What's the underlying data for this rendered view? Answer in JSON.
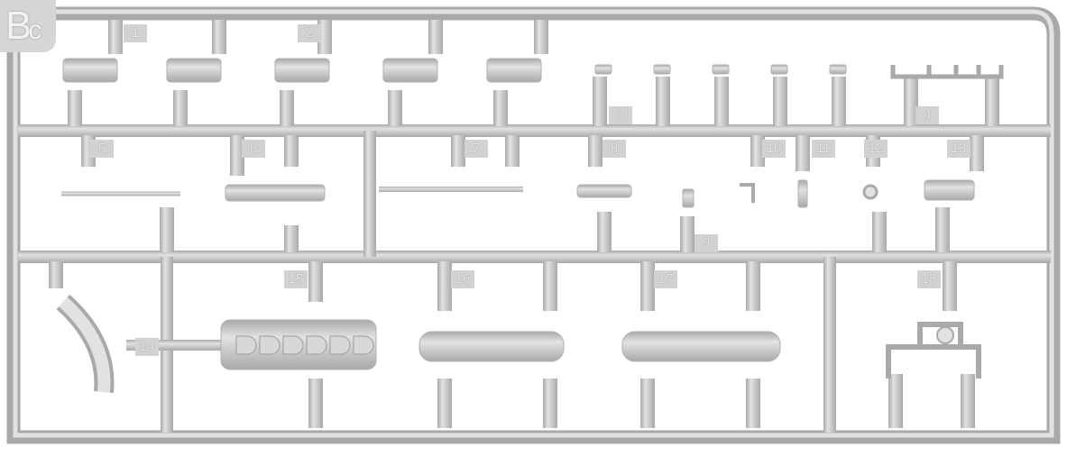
{
  "sprue": {
    "code_letter": "B",
    "code_sub": "c",
    "part_numbers": [
      "1",
      "2",
      "3",
      "4",
      "5",
      "6",
      "7",
      "8",
      "9",
      "10",
      "11",
      "12",
      "13",
      "14",
      "15",
      "16",
      "17",
      "18"
    ],
    "colors": {
      "plastic": "#c9c9c9",
      "highlight": "#e2e2e2",
      "shadow": "#a9a9a9",
      "tag": "#d2d2d2"
    }
  }
}
